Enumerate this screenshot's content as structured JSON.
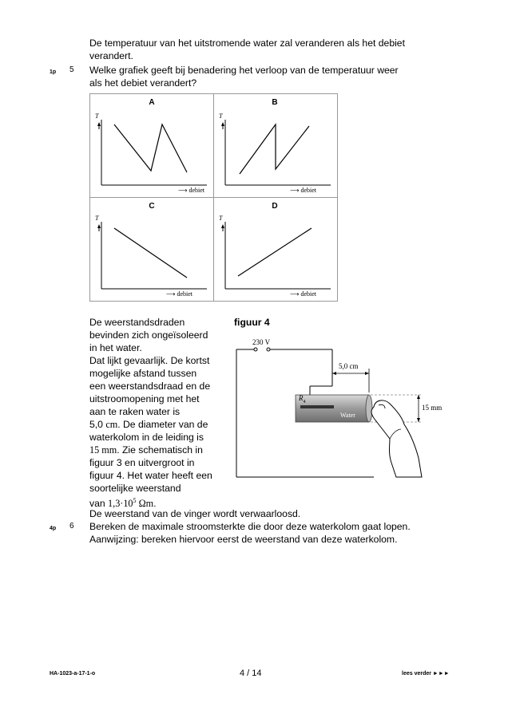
{
  "intro_line1": "De temperatuur van het uitstromende water zal veranderen als het debiet",
  "intro_line2": "verandert.",
  "q5": {
    "points": "1p",
    "number": "5",
    "line1": "Welke grafiek geeft bij benadering het verloop van de temperatuur weer",
    "line2": "als het debiet verandert?"
  },
  "graphs": {
    "y_label": "T",
    "x_label": "debiet",
    "items": [
      {
        "letter": "A",
        "shape": "sawtooth-down"
      },
      {
        "letter": "B",
        "shape": "sawtooth-up"
      },
      {
        "letter": "C",
        "shape": "linear-down"
      },
      {
        "letter": "D",
        "shape": "linear-up"
      }
    ]
  },
  "body_lines": [
    "De weerstandsdraden",
    "bevinden zich ongeïsoleerd",
    "in het water.",
    "Dat lijkt gevaarlijk. De kortst",
    "mogelijke afstand tussen",
    "een weerstandsdraad en de",
    "uitstroomopening met het",
    "aan te raken water is"
  ],
  "line_distance_pre": "5,0 ",
  "line_distance_unit": "cm",
  "line_distance_post": ". De diameter van de",
  "line_waterkolom": "waterkolom in de leiding is",
  "line_diameter_pre": "15 ",
  "line_diameter_unit": "mm",
  "line_diameter_post": ". Zie schematisch in",
  "line_fig3": "figuur 3 en uitvergroot in",
  "line_fig4": "figuur 4. Het water heeft een",
  "line_soortelijke": "soortelijke weerstand",
  "line_van": "van ",
  "resistivity_base": "1,3·10",
  "resistivity_exp": "5",
  "resistivity_unit": " Ωm",
  "resistivity_post": ".",
  "finger_line": "De weerstand van de vinger wordt verwaarloosd.",
  "figure4": {
    "title": "figuur 4",
    "voltage": "230 V",
    "distance": "5,0 cm",
    "diameter": "15 mm",
    "resistor": "R",
    "resistor_sub": "4",
    "water": "Water"
  },
  "q6": {
    "points": "4p",
    "number": "6",
    "line1": "Bereken de maximale stroomsterkte die door deze waterkolom gaat lopen.",
    "line2": "Aanwijzing: bereken hiervoor eerst de weerstand van deze waterkolom."
  },
  "footer": {
    "code": "HA-1023-a-17-1-o",
    "page": "4 / 14",
    "next": "lees verder ►►►"
  }
}
